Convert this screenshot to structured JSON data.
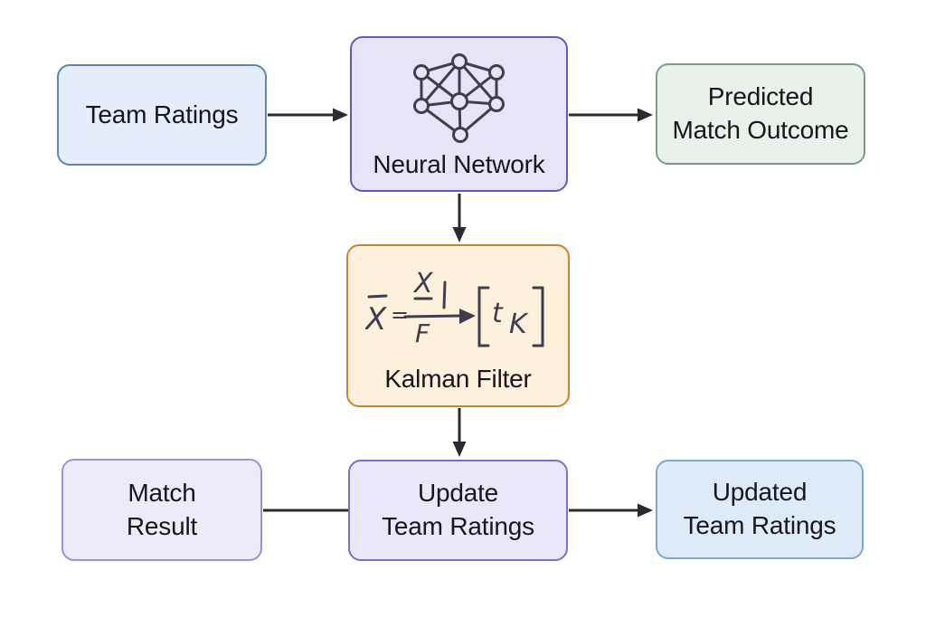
{
  "diagram": {
    "type": "flowchart",
    "colors": {
      "background": "#ffffff",
      "text": "#17161d",
      "arrow": "#2b2a33",
      "icon_stroke": "#3f3d4e"
    },
    "nodes": [
      {
        "id": "team-ratings",
        "label": "Team Ratings",
        "fill": "#e4eefb",
        "border": "#5d87ae"
      },
      {
        "id": "neural-network",
        "label": "Neural Network",
        "fill": "#e7e4f8",
        "border": "#6258bd",
        "icon": "neural-network-icon"
      },
      {
        "id": "predicted-match-outcome",
        "label": "Predicted\nMatch Outcome",
        "fill": "#e9f1eb",
        "border": "#7a9c88"
      },
      {
        "id": "kalman-filter",
        "label": "Kalman Filter",
        "fill": "#fdf0dc",
        "border": "#ca862e",
        "icon": "kalman-formula-icon"
      },
      {
        "id": "match-result",
        "label": "Match\nResult",
        "fill": "#eeebf9",
        "border": "#9c90d6"
      },
      {
        "id": "update-team-ratings",
        "label": "Update\nTeam Ratings",
        "fill": "#eae7f8",
        "border": "#7c70c8"
      },
      {
        "id": "updated-team-ratings",
        "label": "Updated\nTeam Ratings",
        "fill": "#ddeaf8",
        "border": "#80a9ce"
      }
    ],
    "edges": [
      {
        "from": "team-ratings",
        "to": "neural-network",
        "arrowhead": true
      },
      {
        "from": "neural-network",
        "to": "predicted-match-outcome",
        "arrowhead": true
      },
      {
        "from": "neural-network",
        "to": "kalman-filter",
        "arrowhead": true
      },
      {
        "from": "kalman-filter",
        "to": "update-team-ratings",
        "arrowhead": true
      },
      {
        "from": "match-result",
        "to": "update-team-ratings",
        "arrowhead": false
      },
      {
        "from": "update-team-ratings",
        "to": "updated-team-ratings",
        "arrowhead": true
      }
    ],
    "kalman_formula": {
      "x_bar": "X",
      "equals": "=",
      "numerator": "X",
      "denominator": "F",
      "t": "t",
      "k": "K"
    }
  }
}
